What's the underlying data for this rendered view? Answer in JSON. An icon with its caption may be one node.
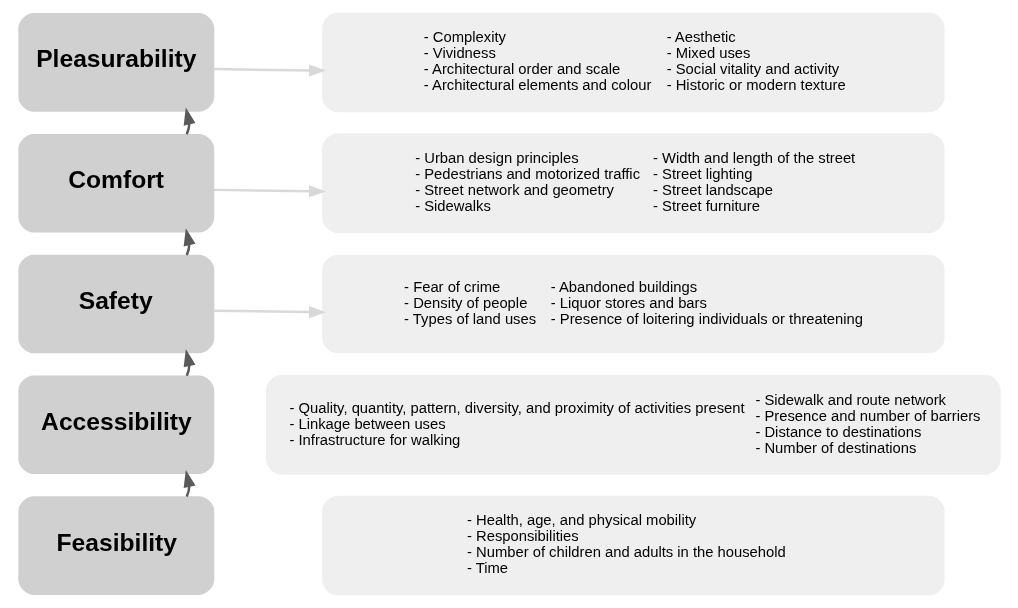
{
  "diagram": {
    "nodes": [
      {
        "text": [
          "Pleasurability"
        ]
      },
      {
        "text": [
          "Comfort"
        ]
      },
      {
        "text": [
          "Safety"
        ]
      },
      {
        "text": [
          "Accessibility"
        ]
      },
      {
        "text": [
          "Feasibility"
        ]
      },
      {
        "text": [
          "- Complexity",
          "- Vividness",
          "- Architectural order and scale",
          "- Architectural elements and colour",
          "- Aesthetic",
          "- Mixed uses",
          "- Social vitality and activity",
          "- Historic or modern texture"
        ]
      },
      {
        "text": [
          "- Urban design principles",
          "- Pedestrians and motorized traffic",
          "- Street network and geometry",
          "- Sidewalks",
          "- Width and length of the street",
          "- Street lighting",
          "- Street landscape",
          "- Street furniture"
        ]
      },
      {
        "text": [
          "- Fear of crime",
          "- Density of people",
          "- Types of land uses",
          "- Abandoned buildings",
          "- Liquor stores and bars",
          "- Presence of loitering individuals or threatening"
        ]
      },
      {
        "text": [
          "- Quality, quantity, pattern, diversity, and proximity of activities present",
          "- Linkage between uses",
          "- Infrastructure for walking",
          "- Sidewalk and route network",
          "- Presence and number of barriers",
          "- Distance to destinations",
          "- Number of destinations"
        ]
      },
      {
        "text": [
          "- Health, age, and physical mobility",
          "- Responsibilities",
          "- Number of children and adults in the household",
          "- Time"
        ]
      }
    ],
    "edges": [
      {
        "from": 0,
        "to": 5,
        "arrow": "to",
        "color": "#d9d9d9"
      },
      {
        "from": 1,
        "to": 6,
        "arrow": "to",
        "color": "#d9d9d9"
      },
      {
        "from": 2,
        "to": 7,
        "arrow": "to",
        "color": "#d9d9d9"
      },
      {
        "from": 4,
        "to": 3,
        "arrow": "to",
        "color": "#5a5a5a"
      },
      {
        "from": 3,
        "to": 2,
        "arrow": "to",
        "color": "#5a5a5a"
      },
      {
        "from": 2,
        "to": 1,
        "arrow": "to",
        "color": "#5a5a5a"
      },
      {
        "from": 1,
        "to": 0,
        "arrow": "to",
        "color": "#5a5a5a"
      }
    ]
  }
}
